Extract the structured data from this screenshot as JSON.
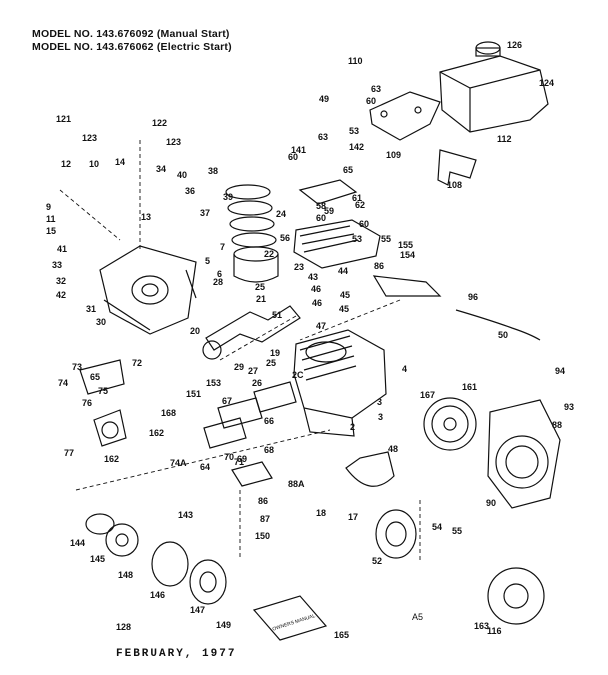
{
  "header": {
    "line1": "MODEL NO. 143.676092 (Manual Start)",
    "line2": "MODEL NO. 143.676062 (Electric Start)"
  },
  "footer": {
    "date": "FEBRUARY, 1977"
  },
  "corner_mark": "A5",
  "manual_text": "OWNERS MANUAL",
  "callouts": [
    "126",
    "124",
    "110",
    "63",
    "60",
    "112",
    "109",
    "108",
    "121",
    "122",
    "123",
    "123",
    "49",
    "63",
    "141",
    "53",
    "60",
    "142",
    "65",
    "12",
    "10",
    "14",
    "9",
    "13",
    "11",
    "15",
    "34",
    "40",
    "36",
    "37",
    "38",
    "39",
    "58",
    "59",
    "60",
    "61",
    "62",
    "24",
    "56",
    "53",
    "60",
    "55",
    "155",
    "154",
    "41",
    "33",
    "32",
    "42",
    "31",
    "30",
    "7",
    "5",
    "6",
    "22",
    "23",
    "44",
    "43",
    "45",
    "46",
    "45",
    "46",
    "47",
    "28",
    "25",
    "21",
    "51",
    "20",
    "29",
    "19",
    "2C",
    "27",
    "26",
    "25",
    "86",
    "96",
    "50",
    "72",
    "73",
    "74",
    "76",
    "65",
    "75",
    "77",
    "162",
    "153",
    "151",
    "67",
    "168",
    "162",
    "70",
    "69",
    "66",
    "68",
    "71",
    "64",
    "74A",
    "4",
    "3",
    "2",
    "3",
    "161",
    "167",
    "48",
    "94",
    "93",
    "88",
    "88A",
    "86",
    "87",
    "18",
    "90",
    "17",
    "54",
    "55",
    "52",
    "143",
    "144",
    "145",
    "148",
    "150",
    "146",
    "147",
    "149",
    "128",
    "165",
    "163",
    "116"
  ]
}
